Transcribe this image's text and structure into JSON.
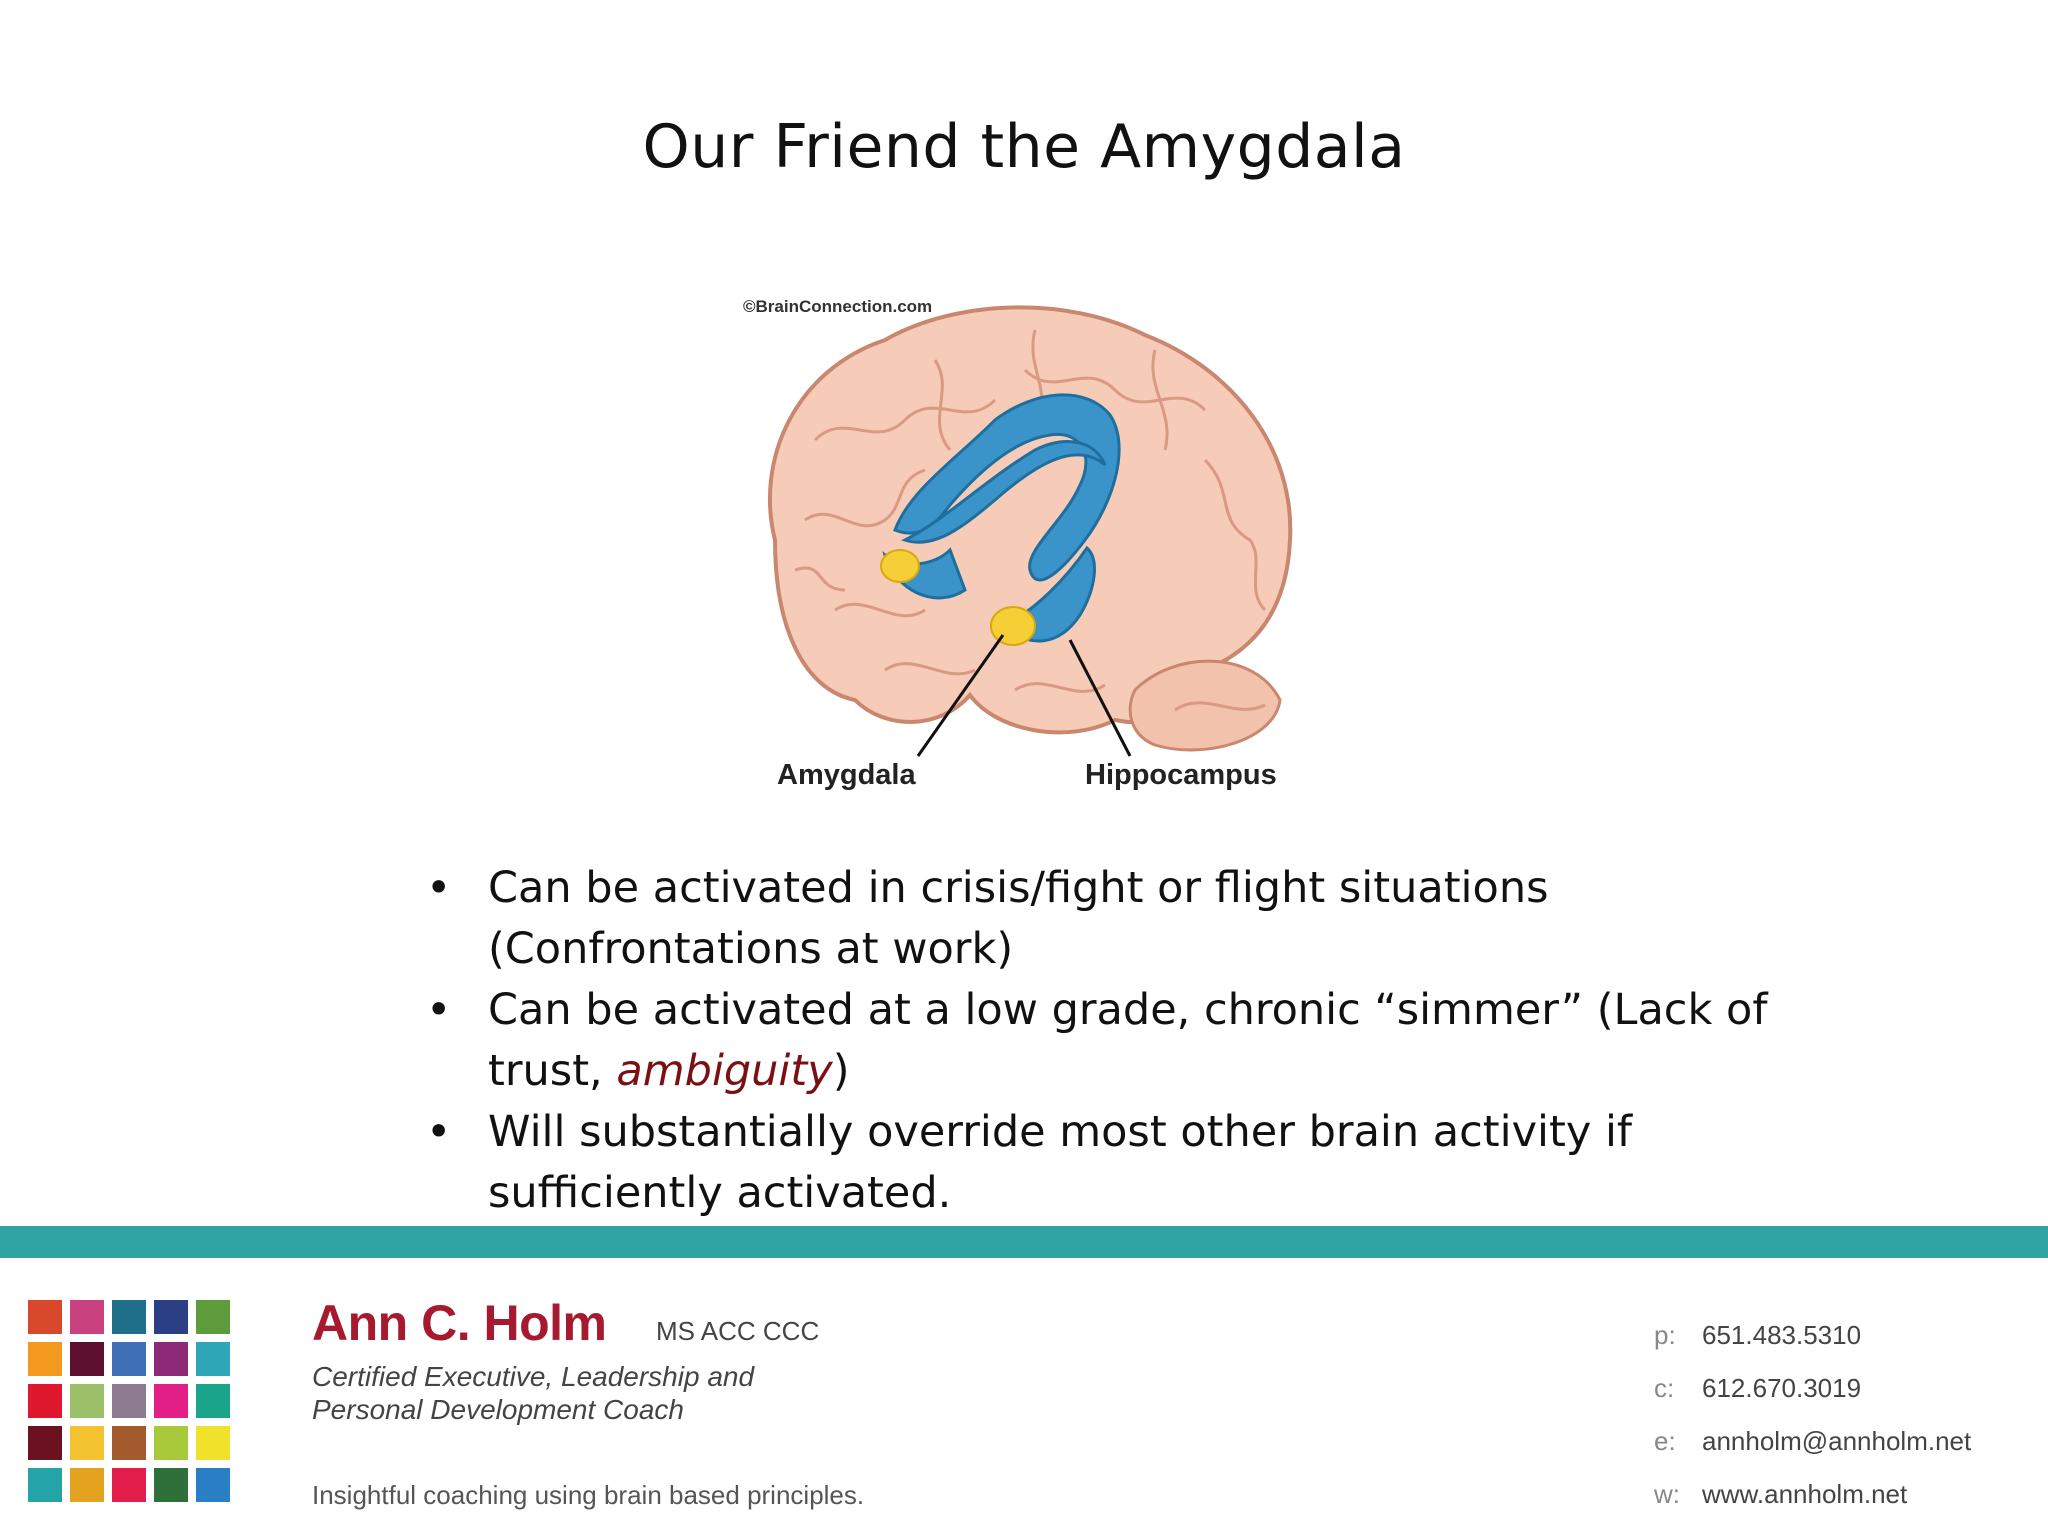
{
  "slide": {
    "title": "Our Friend the Amygdala"
  },
  "figure": {
    "copyright": "©BrainConnection.com",
    "label_left": "Amygdala",
    "label_right": "Hippocampus",
    "colors": {
      "brain": "#f6cbb7",
      "brain_outline": "#c9876f",
      "hippocampus": "#3a93c9",
      "amygdala": "#f5cf35"
    }
  },
  "bullets": [
    {
      "text": "Can be activated in crisis/fight or flight situations (Confrontations at work)"
    },
    {
      "text_before": "Can be activated at a low grade, chronic “simmer” (Lack of trust, ",
      "emphasis": "ambiguity",
      "text_after": ")"
    },
    {
      "text": "Will substantially override most other brain activity if sufficiently activated."
    }
  ],
  "footer": {
    "band_color": "#2fa6a4",
    "name": "Ann C. Holm",
    "credentials": "MS ACC CCC",
    "role_line1": "Certified Executive, Leadership and",
    "role_line2": "Personal Development Coach",
    "tagline": "Insightful coaching using brain based principles.",
    "contacts": [
      {
        "key": "p:",
        "value": "651.483.5310"
      },
      {
        "key": "c:",
        "value": "612.670.3019"
      },
      {
        "key": "e:",
        "value": "annholm@annholm.net"
      },
      {
        "key": "w:",
        "value": "www.annholm.net"
      }
    ],
    "logo_colors": [
      "#d8482a",
      "#c9417f",
      "#1f6f8b",
      "#2a3f86",
      "#5e9b3a",
      "#f39a1e",
      "#5c0f2e",
      "#3f6fb5",
      "#8c2a78",
      "#2ea6b8",
      "#e0182d",
      "#9cc06a",
      "#8e7b8f",
      "#e21f86",
      "#1aa58b",
      "#6b1220",
      "#f2c230",
      "#a35a2c",
      "#a7c93a",
      "#f0e12a",
      "#24a3a8",
      "#e3a21f",
      "#e21c4b",
      "#2f6f3a",
      "#2a7fc4"
    ]
  }
}
